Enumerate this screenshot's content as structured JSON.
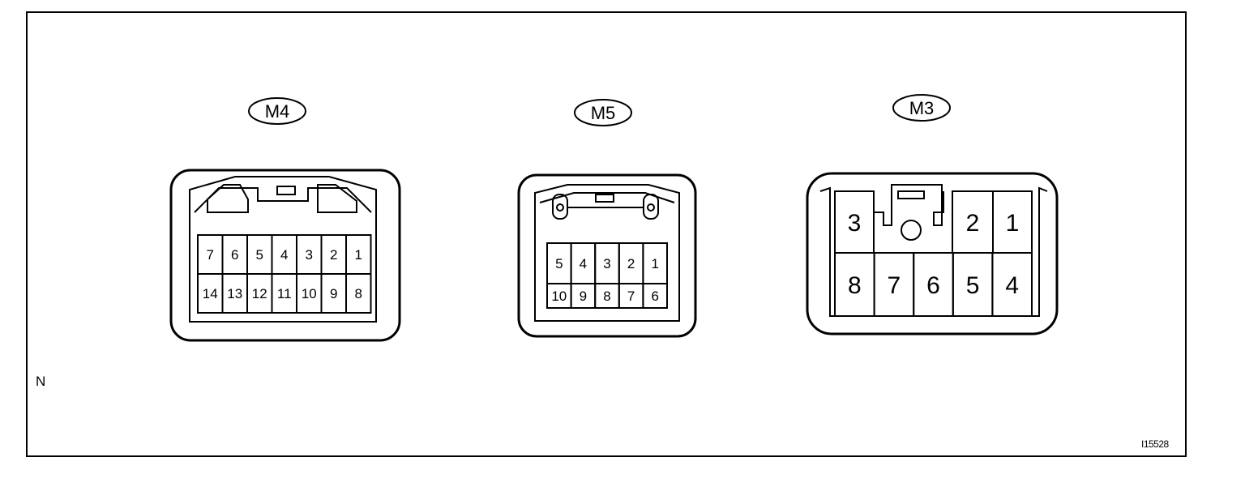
{
  "connectors": [
    {
      "id": "M4",
      "pins_top": [
        "7",
        "6",
        "5",
        "4",
        "3",
        "2",
        "1"
      ],
      "pins_bottom": [
        "14",
        "13",
        "12",
        "11",
        "10",
        "9",
        "8"
      ]
    },
    {
      "id": "M5",
      "pins_top": [
        "5",
        "4",
        "3",
        "2",
        "1"
      ],
      "pins_bottom": [
        "10",
        "9",
        "8",
        "7",
        "6"
      ]
    },
    {
      "id": "M3",
      "pins_top": [
        "3",
        "2",
        "1"
      ],
      "pins_bottom": [
        "8",
        "7",
        "6",
        "5",
        "4"
      ]
    }
  ],
  "side_letter": "N",
  "figure_code": "I15528"
}
